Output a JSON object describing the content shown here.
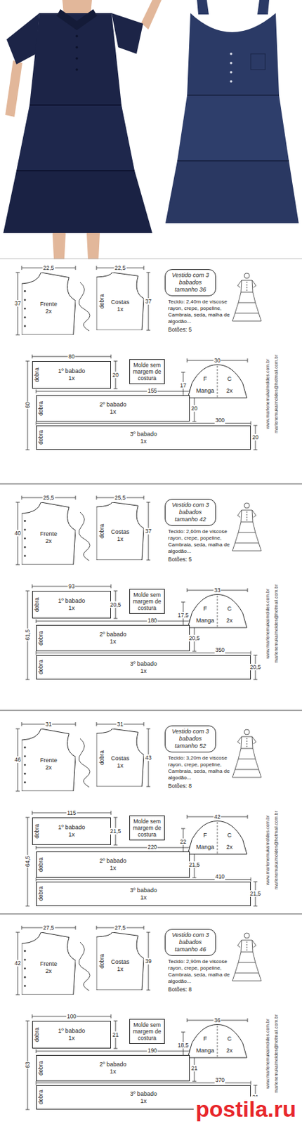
{
  "diagram": {
    "nodes": [
      {
        "text": [
          "Frente",
          "2x"
        ]
      },
      {
        "text": [
          "Costas",
          "1x"
        ]
      },
      {
        "text": [
          "Vestido com 3 babados tamanho 36"
        ]
      },
      {
        "text": [
          "1º babado",
          "1x"
        ]
      },
      {
        "text": [
          "Molde sem margem de costura"
        ]
      },
      {
        "text": [
          "F",
          "C",
          "Manga",
          "2x"
        ]
      },
      {
        "text": [
          "2º babado",
          "1x"
        ]
      },
      {
        "text": [
          "3º babado",
          "1x"
        ]
      },
      {
        "text": [
          "Frente",
          "2x"
        ]
      },
      {
        "text": [
          "Costas",
          "1x"
        ]
      },
      {
        "text": [
          "Vestido com 3 babados tamanho 42"
        ]
      },
      {
        "text": [
          "1º babado",
          "1x"
        ]
      },
      {
        "text": [
          "Molde sem margem de costura"
        ]
      },
      {
        "text": [
          "F",
          "C",
          "Manga",
          "2x"
        ]
      },
      {
        "text": [
          "2º babado",
          "1x"
        ]
      },
      {
        "text": [
          "3º babado",
          "1x"
        ]
      },
      {
        "text": [
          "Frente",
          "2x"
        ]
      },
      {
        "text": [
          "Costas",
          "1x"
        ]
      },
      {
        "text": [
          "Vestido com 3 babados tamanho 52"
        ]
      },
      {
        "text": [
          "1º babado",
          "1x"
        ]
      },
      {
        "text": [
          "Molde sem margem de costura"
        ]
      },
      {
        "text": [
          "F",
          "C",
          "Manga",
          "2x"
        ]
      },
      {
        "text": [
          "2º babado",
          "1x"
        ]
      },
      {
        "text": [
          "3º babado",
          "1x"
        ]
      },
      {
        "text": [
          "Frente",
          "2x"
        ]
      },
      {
        "text": [
          "Costas",
          "1x"
        ]
      },
      {
        "text": [
          "Vestido com 3 babados tamanho 46"
        ]
      },
      {
        "text": [
          "1º babado",
          "1x"
        ]
      },
      {
        "text": [
          "Molde sem margem de costura"
        ]
      },
      {
        "text": [
          "F",
          "C",
          "Manga",
          "2x"
        ]
      },
      {
        "text": [
          "2º babado",
          "1x"
        ]
      },
      {
        "text": [
          "3º babado",
          "1x"
        ]
      }
    ],
    "labels": [
      "22,5",
      "22,5",
      "37",
      "37",
      "dobra",
      "Tecido: 2,40m de viscose rayon, crepe, popeline, Cambraia, seda, malha de algodão...",
      "Botões: 5",
      "80",
      "20",
      "dobra",
      "155",
      "20",
      "dobra",
      "300",
      "20",
      "dobra",
      "60",
      "30",
      "17",
      "www.marlenemukaimoldes.com.br",
      "marlenemukaimoldes@hotmail.com.br",
      "25,5",
      "25,5",
      "40",
      "37",
      "dobra",
      "Tecido: 2,60m de viscose rayon, crepe, popeline, Cambraia, seda, malha de algodão...",
      "Botões: 5",
      "93",
      "20,5",
      "dobra",
      "180",
      "20,5",
      "dobra",
      "350",
      "20,5",
      "dobra",
      "61,5",
      "33",
      "17,5",
      "www.marlenemukaimoldes.com.br",
      "marlenemukaimoldes@hotmail.com.br",
      "31",
      "31",
      "46",
      "43",
      "dobra",
      "Tecido: 3,20m de viscose rayon, crepe, popeline, Cambraia, seda, malha de algodão...",
      "Botões: 8",
      "115",
      "21,5",
      "dobra",
      "220",
      "21,5",
      "dobra",
      "410",
      "21,5",
      "dobra",
      "64,5",
      "42",
      "22",
      "www.marlenemukaimoldes.com.br",
      "marlenemukaimoldes@hotmail.com.br",
      "27,5",
      "27,5",
      "42",
      "39",
      "dobra",
      "Tecido: 2,90m de viscose rayon, crepe, popeline, Cambraia, seda, malha de algodão...",
      "Botões: 8",
      "100",
      "21",
      "dobra",
      "190",
      "21",
      "dobra",
      "370",
      "21",
      "dobra",
      "63",
      "36",
      "18,5",
      "www.marlenemukaimoldes.com.br",
      "marlenemukaimoldes@hotmail.com.br",
      "postila.ru"
    ]
  }
}
